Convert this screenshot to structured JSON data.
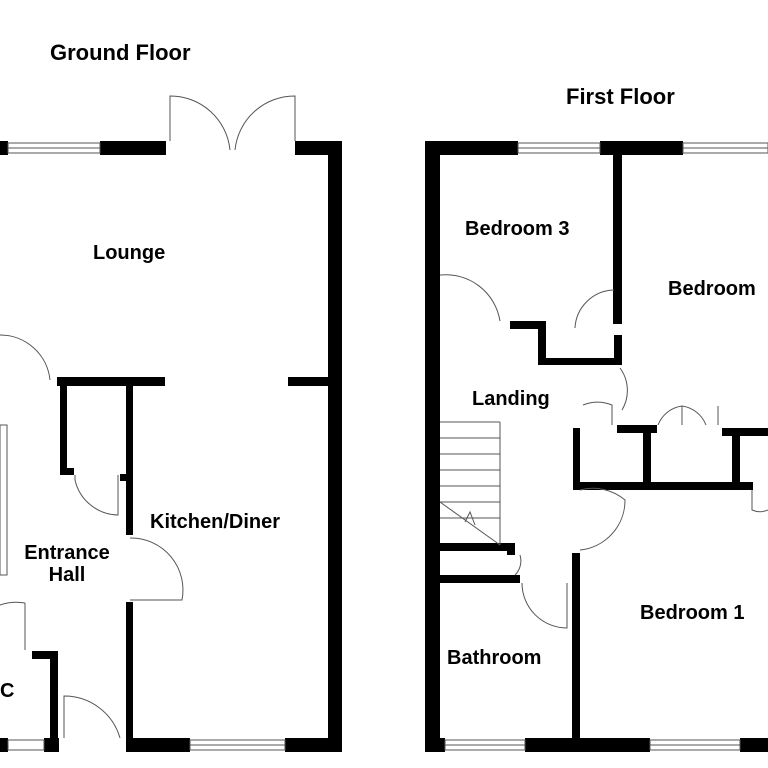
{
  "ground_floor": {
    "title": "Ground Floor",
    "rooms": {
      "lounge": "Lounge",
      "kitchen": "Kitchen/Diner",
      "entrance_line1": "Entrance",
      "entrance_line2": "Hall",
      "wc_partial": "C"
    }
  },
  "first_floor": {
    "title": "First Floor",
    "rooms": {
      "bedroom3": "Bedroom 3",
      "bedroom2_partial": "Bedroom",
      "landing": "Landing",
      "bedroom1": "Bedroom 1",
      "bathroom": "Bathroom"
    }
  },
  "colors": {
    "wall": "#000000",
    "background": "#ffffff",
    "fixture": "#666666"
  }
}
